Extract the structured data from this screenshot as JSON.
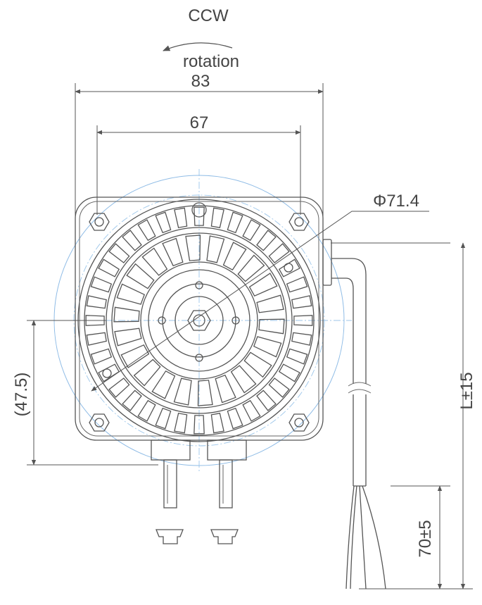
{
  "labels": {
    "direction": "CCW",
    "rotation": "rotation",
    "overall_width": "83",
    "mounting_width": "67",
    "diameter": "Φ71.4",
    "offset": "(47.5)",
    "lead_length": "L±15",
    "strip_length": "70±5"
  },
  "colors": {
    "line": "#555555",
    "centerline": "#9cc6ea",
    "text": "#444444"
  }
}
